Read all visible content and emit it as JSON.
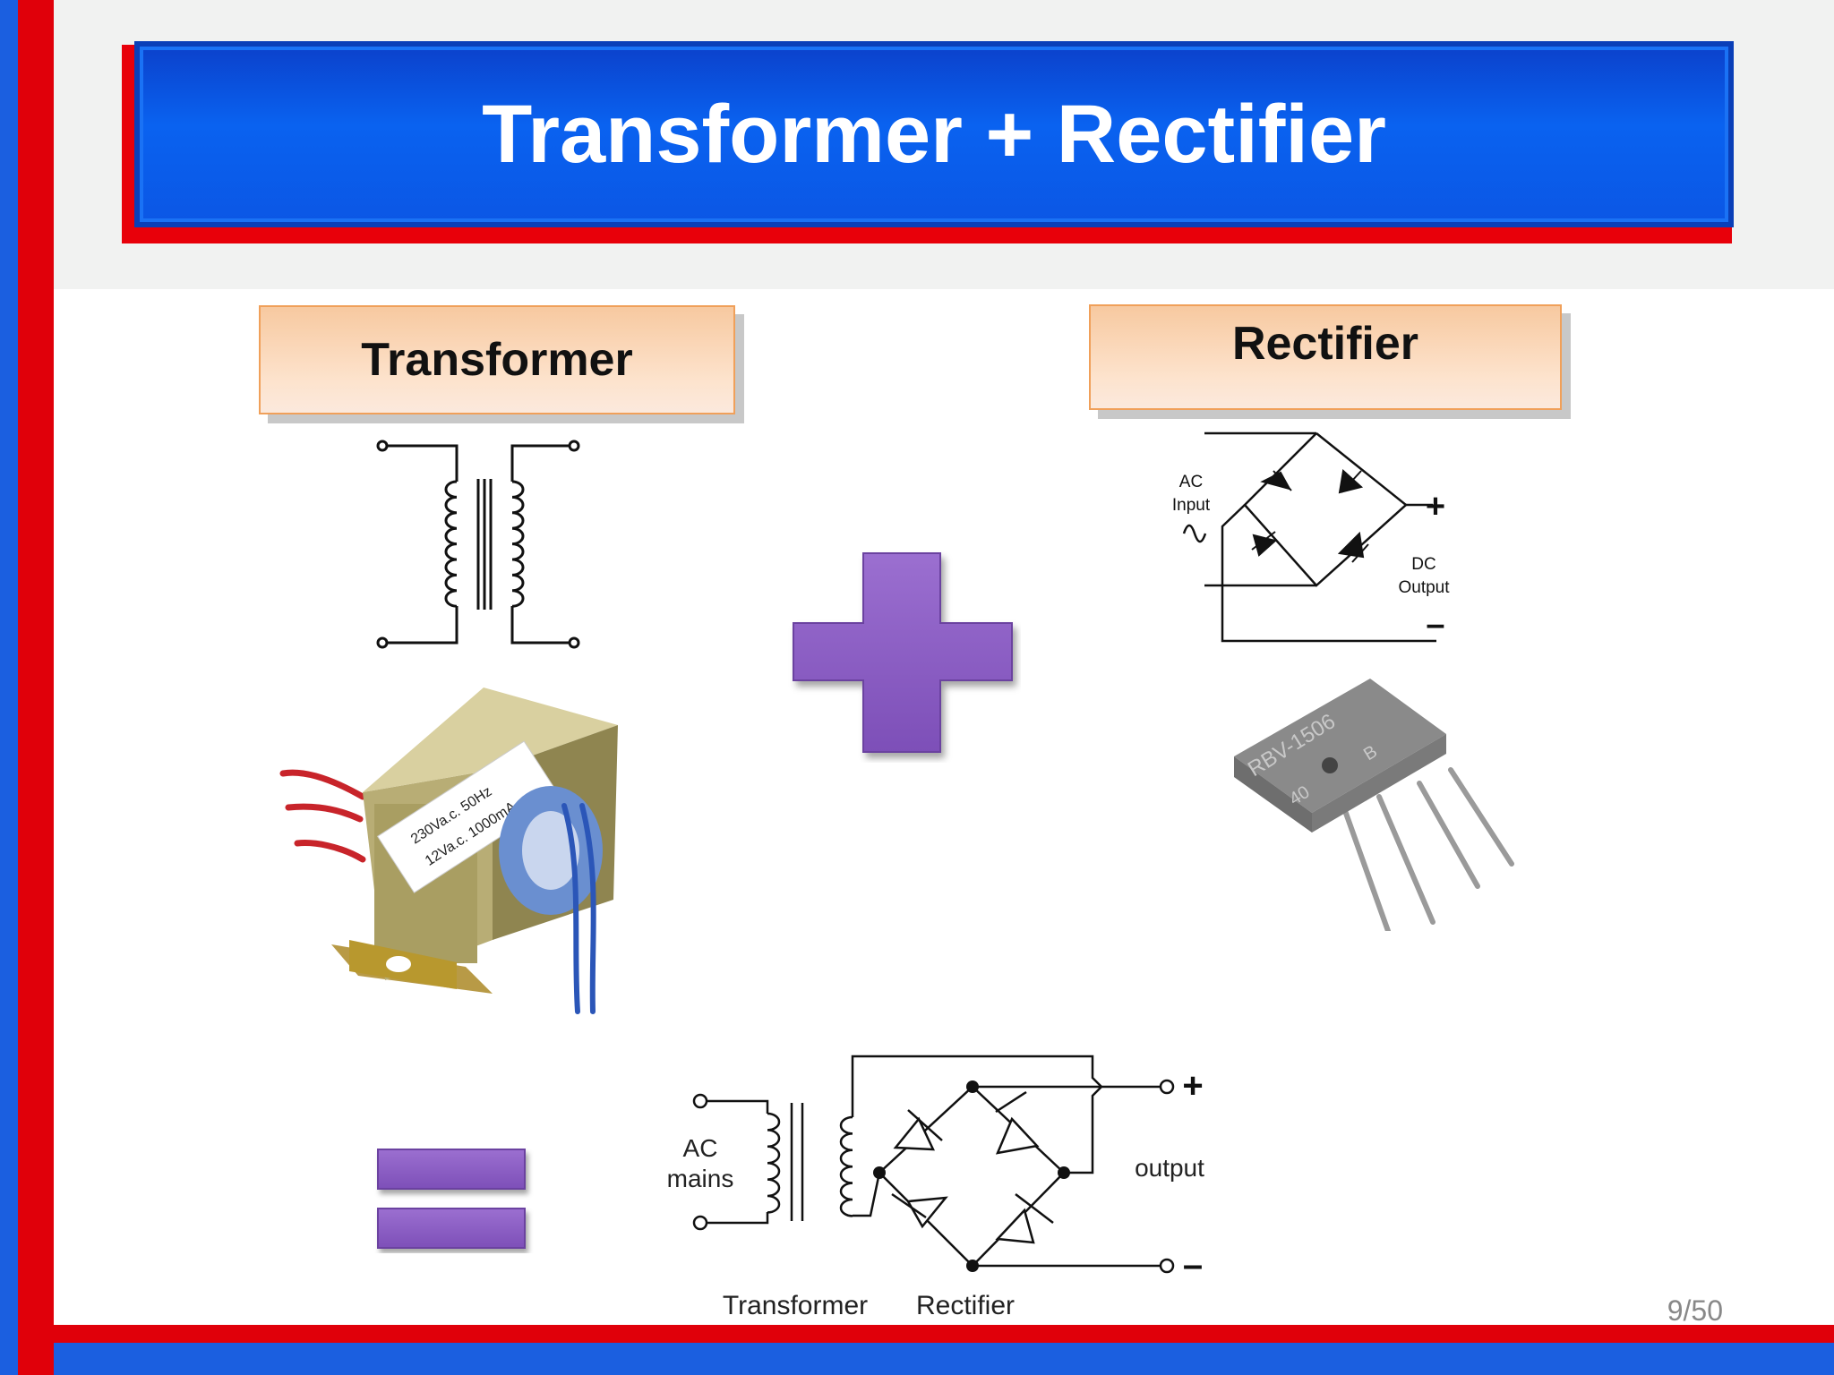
{
  "slide": {
    "title": "Transformer + Rectifier",
    "page_number": "9/50"
  },
  "labels": {
    "transformer": "Transformer",
    "rectifier": "Rectifier"
  },
  "rectifier_diagram": {
    "ac_input_line1": "AC",
    "ac_input_line2": "Input",
    "dc_output_line1": "DC",
    "dc_output_line2": "Output",
    "plus": "+",
    "minus": "–"
  },
  "transformer_photo": {
    "label_line1": "230Va.c. 50Hz",
    "label_line2": "12Va.c. 1000mA"
  },
  "bridge_photo": {
    "part_number": "RBV-1506",
    "marking_a": "40",
    "marking_b": "B"
  },
  "combined_circuit": {
    "ac_line1": "AC",
    "ac_line2": "mains",
    "output": "output",
    "plus": "+",
    "minus": "–",
    "caption_transformer": "Transformer",
    "caption_rectifier": "Rectifier"
  },
  "colors": {
    "title_blue": "#0a62f0",
    "accent_red": "#e0000a",
    "symbol_purple": "#8b5cc4",
    "label_peach": "#fde3cd"
  }
}
